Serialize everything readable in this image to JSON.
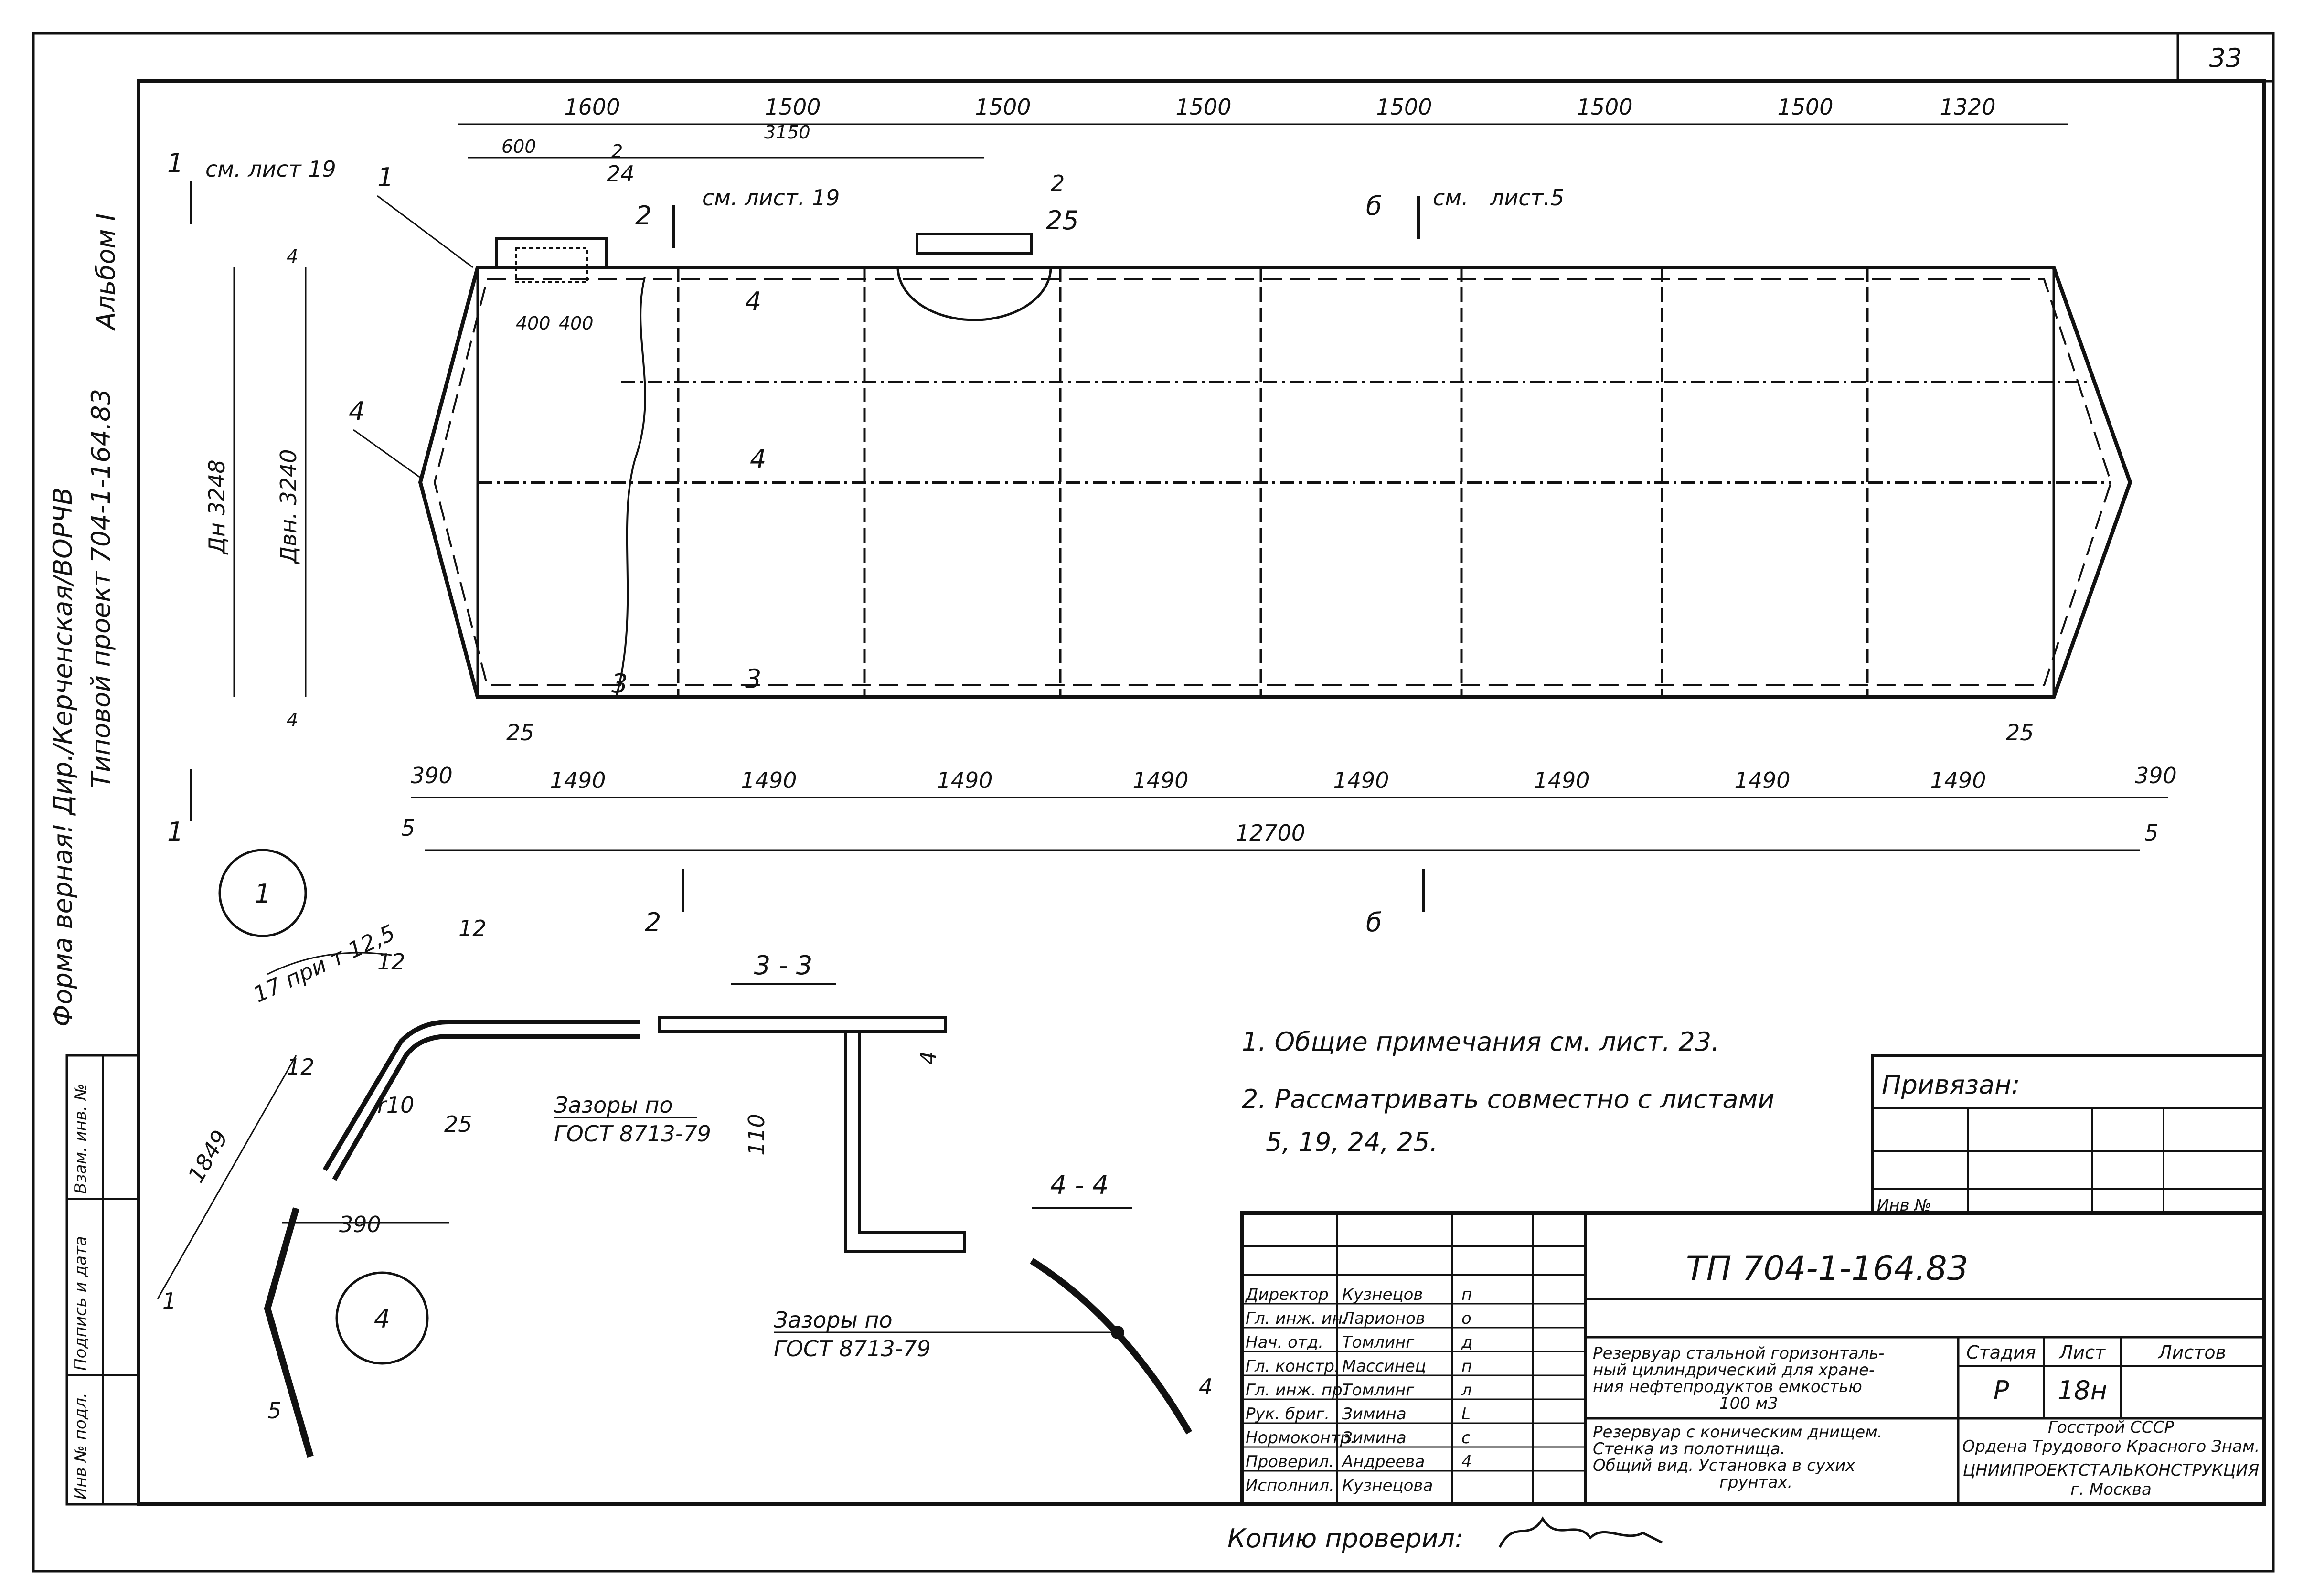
{
  "sheet": {
    "sheet_number": "33",
    "side_stamp": {
      "line1": "Форма верная! Дир./Керченская/ВОРЧВ",
      "line2": "Альбом I",
      "line3": "Типовой проект 704-1-164.83"
    }
  },
  "main_view": {
    "top_dims": [
      "1600",
      "1500",
      "1500",
      "1500",
      "1500",
      "1500",
      "1500",
      "1320"
    ],
    "top_sub_dims": [
      "600",
      "3150"
    ],
    "hatch_dims": [
      "400",
      "400"
    ],
    "bottom_dims": [
      "390",
      "1490",
      "1490",
      "1490",
      "1490",
      "1490",
      "1490",
      "1490",
      "1490",
      "390"
    ],
    "overall": "12700",
    "dim_5": "5",
    "dim_4": "4",
    "dim_25": "25",
    "dn_outer": "Дн 3248",
    "dn_inner": "Двн. 3240",
    "callouts": {
      "ref_1_sheet": "см. лист 19",
      "ref_2_sheet": "см. лист. 19",
      "ref_6_sheet": "лист.5",
      "ref_6_prefix": "см.",
      "hatch_ref_top": "2",
      "hatch_ref_bottom": "24",
      "manhole_ref_top": "2",
      "manhole_ref_bottom": "25",
      "pos_1": "1",
      "pos_4": "4",
      "section_1": "1",
      "section_2": "2",
      "section_3": "3",
      "section_4": "4",
      "section_6": "б"
    }
  },
  "detail_1": {
    "circle_label": "1",
    "r_note": "17 при т 12,5",
    "d12a": "12",
    "d12b": "12",
    "d12c": "12",
    "r10": "r10",
    "d25": "25",
    "d1849": "1849",
    "d390": "390",
    "d1": "1",
    "d5": "5"
  },
  "detail_4": {
    "circle_label": "4"
  },
  "section_3_3": {
    "title": "3 - 3",
    "gap_note_line1": "Зазоры по",
    "gap_note_line2": "ГОСТ 8713-79",
    "height": "110",
    "thickness": "4"
  },
  "section_4_4": {
    "title": "4 - 4",
    "gap_note_line1": "Зазоры по",
    "gap_note_line2": "ГОСТ 8713-79",
    "thickness": "4"
  },
  "notes": [
    "1. Общие примечания см. лист. 23.",
    "2. Рассматривать совместно с листами",
    "5, 19, 24, 25."
  ],
  "binding_block": {
    "title": "Привязан:",
    "inv": "Инв №"
  },
  "left_strip": [
    "Инв № подл.",
    "Подпись и дата",
    "Взам. инв. №"
  ],
  "title_block": {
    "code": "ТП 704-1-164.83",
    "description_1": [
      "Резервуар стальной горизонталь-",
      "ный цилиндрический для хране-",
      "ния нефтепродуктов емкостью",
      "100 м3"
    ],
    "description_2": [
      "Резервуар с коническим днищем.",
      "Стенка из полотнища.",
      "Общий вид. Установка в сухих",
      "грунтах."
    ],
    "headers": {
      "stage": "Стадия",
      "sheet": "Лист",
      "sheets": "Листов"
    },
    "values": {
      "stage": "Р",
      "sheet": "18н",
      "sheets": ""
    },
    "org": [
      "Госстрой СССР",
      "Ордена Трудового Красного Знам.",
      "ЦНИИПРОЕКТСТАЛЬКОНСТРУКЦИЯ",
      "г. Москва"
    ],
    "signatures": [
      {
        "role": "Директор",
        "name": "Кузнецов",
        "sig": "п"
      },
      {
        "role": "Гл. инж. ин.",
        "name": "Ларионов",
        "sig": "о"
      },
      {
        "role": "Нач. отд.",
        "name": "Томлинг",
        "sig": "д"
      },
      {
        "role": "Гл. констр.",
        "name": "Массинец",
        "sig": "п"
      },
      {
        "role": "Гл. инж. пр.",
        "name": "Томлинг",
        "sig": "л"
      },
      {
        "role": "Рук. бриг.",
        "name": "Зимина",
        "sig": "L"
      },
      {
        "role": "Нормоконтр.",
        "name": "Зимина",
        "sig": "с"
      },
      {
        "role": "Проверил.",
        "name": "Андреева",
        "sig": "4"
      },
      {
        "role": "Исполнил.",
        "name": "Кузнецова",
        "sig": ""
      }
    ],
    "copy_checked": "Копию проверил:"
  }
}
